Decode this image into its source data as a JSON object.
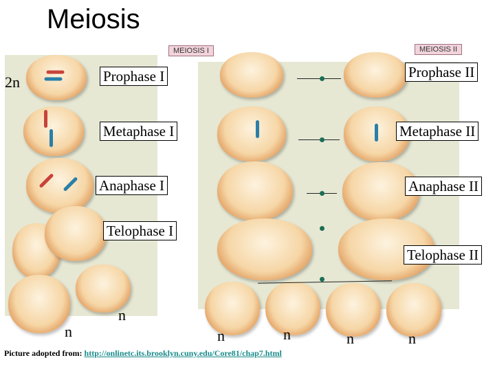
{
  "title": "Meiosis",
  "tags": {
    "meiosis1": "MEIOSIS I",
    "meiosis2": "MEIOSIS II"
  },
  "labels": {
    "ploidy_start": "2n",
    "prophase1": "Prophase I",
    "metaphase1": "Metaphase I",
    "anaphase1": "Anaphase I",
    "telophase1": "Telophase I",
    "prophase2": "Prophase II",
    "metaphase2": "Metaphase II",
    "anaphase2": "Anaphase II",
    "telophase2": "Telophase II"
  },
  "haploid_labels": [
    "n",
    "n",
    "n",
    "n",
    "n",
    "n"
  ],
  "caption": {
    "prefix": "Picture adopted from: ",
    "link": "http://onlinetc.its.brooklyn.cuny.edu/Core81/chap7.html"
  },
  "colors": {
    "panel": "#e6e8d4",
    "tag_bg": "#f1d3dc",
    "link": "#1a8a8a",
    "red_chrom": "#c8423a",
    "blue_chrom": "#2a7fa8",
    "green_chrom": "#2a8a6a"
  }
}
